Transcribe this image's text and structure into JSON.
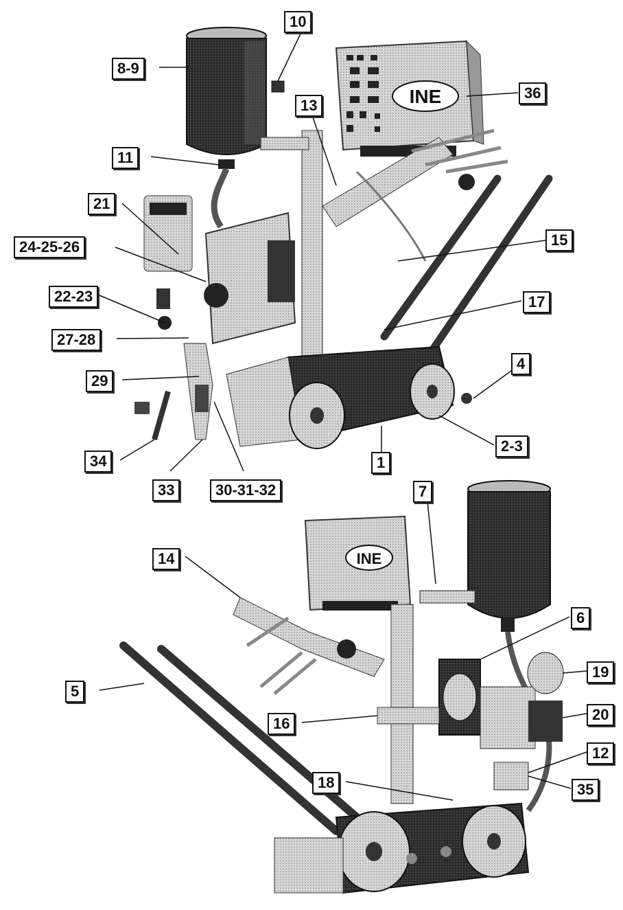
{
  "figure": {
    "brand_logo_text": "INE",
    "callouts": [
      "8-9",
      "10",
      "36",
      "13",
      "11",
      "21",
      "24-25-26",
      "15",
      "22-23",
      "17",
      "27-28",
      "4",
      "29",
      "34",
      "1",
      "2-3",
      "33",
      "30-31-32",
      "7",
      "14",
      "6",
      "19",
      "5",
      "20",
      "16",
      "12",
      "18",
      "35"
    ]
  },
  "colors": {
    "ink": "#111111",
    "metal_light": "#cfcfcf",
    "metal_mid": "#8a8a8a",
    "metal_dark": "#2a2a2a",
    "paper": "#ffffff"
  }
}
